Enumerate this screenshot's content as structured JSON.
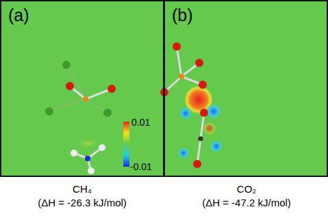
{
  "diagram": {
    "nodes": [
      {
        "text": [
          "(a)"
        ]
      },
      {
        "text": [
          "(b)"
        ]
      }
    ],
    "labels": [
      "0.01",
      "-0.01",
      "CH₄",
      "(ΔH = -26.3 kJ/mol)",
      "CO₂",
      "(ΔH = -47.2 kJ/mol)"
    ]
  }
}
